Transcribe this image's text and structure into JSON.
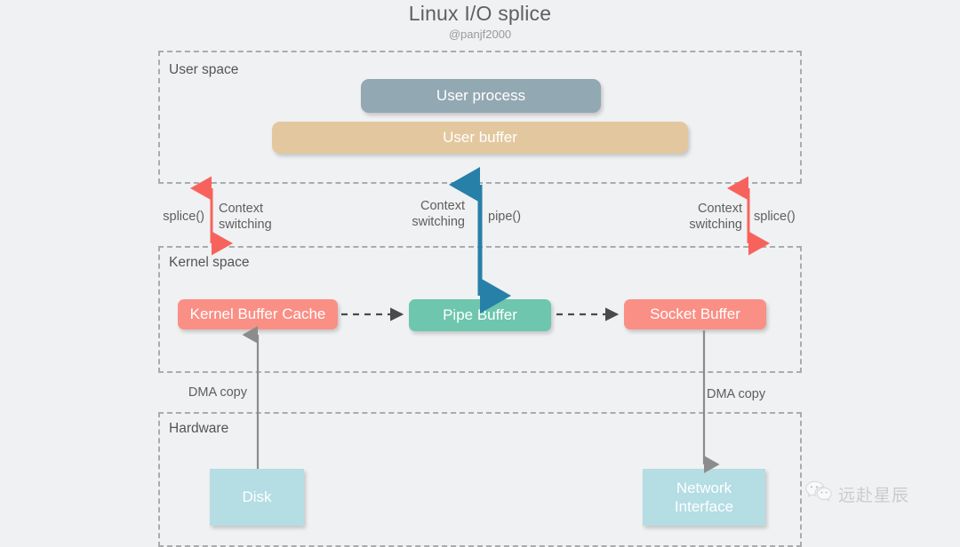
{
  "page": {
    "title": "Linux I/O splice",
    "subtitle": "@panjf2000",
    "background": "#f0f1f2"
  },
  "regions": [
    {
      "id": "user-space",
      "label": "User space"
    },
    {
      "id": "kernel-space",
      "label": "Kernel space"
    },
    {
      "id": "hardware",
      "label": "Hardware"
    }
  ],
  "nodes": {
    "user_process": {
      "label": "User process",
      "color": "#92a8b2"
    },
    "user_buffer": {
      "label": "User buffer",
      "color": "#e3c89f"
    },
    "kernel_buffer_cache": {
      "label": "Kernel Buffer Cache",
      "color": "#fa8f85"
    },
    "pipe_buffer": {
      "label": "Pipe Buffer",
      "color": "#6dc6ad"
    },
    "socket_buffer": {
      "label": "Socket Buffer",
      "color": "#fa8f85"
    },
    "disk": {
      "label": "Disk",
      "color": "#b4dde4"
    },
    "network_interface": {
      "label": "Network\nInterface",
      "line1": "Network",
      "line2": "Interface",
      "color": "#b4dde4"
    }
  },
  "labels": {
    "splice_left": "splice()",
    "context_switching_left": "Context\nswitching",
    "context_switching_left_line1": "Context",
    "context_switching_left_line2": "switching",
    "context_switching_mid_line1": "Context",
    "context_switching_mid_line2": "switching",
    "pipe": "pipe()",
    "context_switching_right_line1": "Context",
    "context_switching_right_line2": "switching",
    "splice_right": "splice()",
    "dma_copy_left": "DMA copy",
    "dma_copy_right": "DMA copy"
  },
  "arrows": [
    {
      "id": "splice-left-arrow",
      "kind": "double",
      "color": "#f7635c",
      "orientation": "vertical"
    },
    {
      "id": "pipe-arrow",
      "kind": "double",
      "color": "#2680a8",
      "orientation": "vertical"
    },
    {
      "id": "splice-right-arrow",
      "kind": "double",
      "color": "#f7635c",
      "orientation": "vertical"
    },
    {
      "id": "kernel-to-pipe-arrow",
      "kind": "dashed-single",
      "color": "#4a4a4a",
      "orientation": "horizontal"
    },
    {
      "id": "pipe-to-socket-arrow",
      "kind": "dashed-single",
      "color": "#4a4a4a",
      "orientation": "horizontal"
    },
    {
      "id": "disk-dma-arrow",
      "kind": "single",
      "color": "#8c8c8c",
      "orientation": "vertical-up"
    },
    {
      "id": "nic-dma-arrow",
      "kind": "single",
      "color": "#8c8c8c",
      "orientation": "vertical-down"
    }
  ],
  "watermark": {
    "text": "远赴星辰",
    "icon": "wechat-icon",
    "color": "#b3b5b7"
  },
  "colors": {
    "region_border": "#a9abad",
    "red_accent": "#f7635c",
    "blue_accent": "#2680a8",
    "gray_arrow": "#8c8c8c",
    "dashed_arrow": "#4a4a4a"
  }
}
